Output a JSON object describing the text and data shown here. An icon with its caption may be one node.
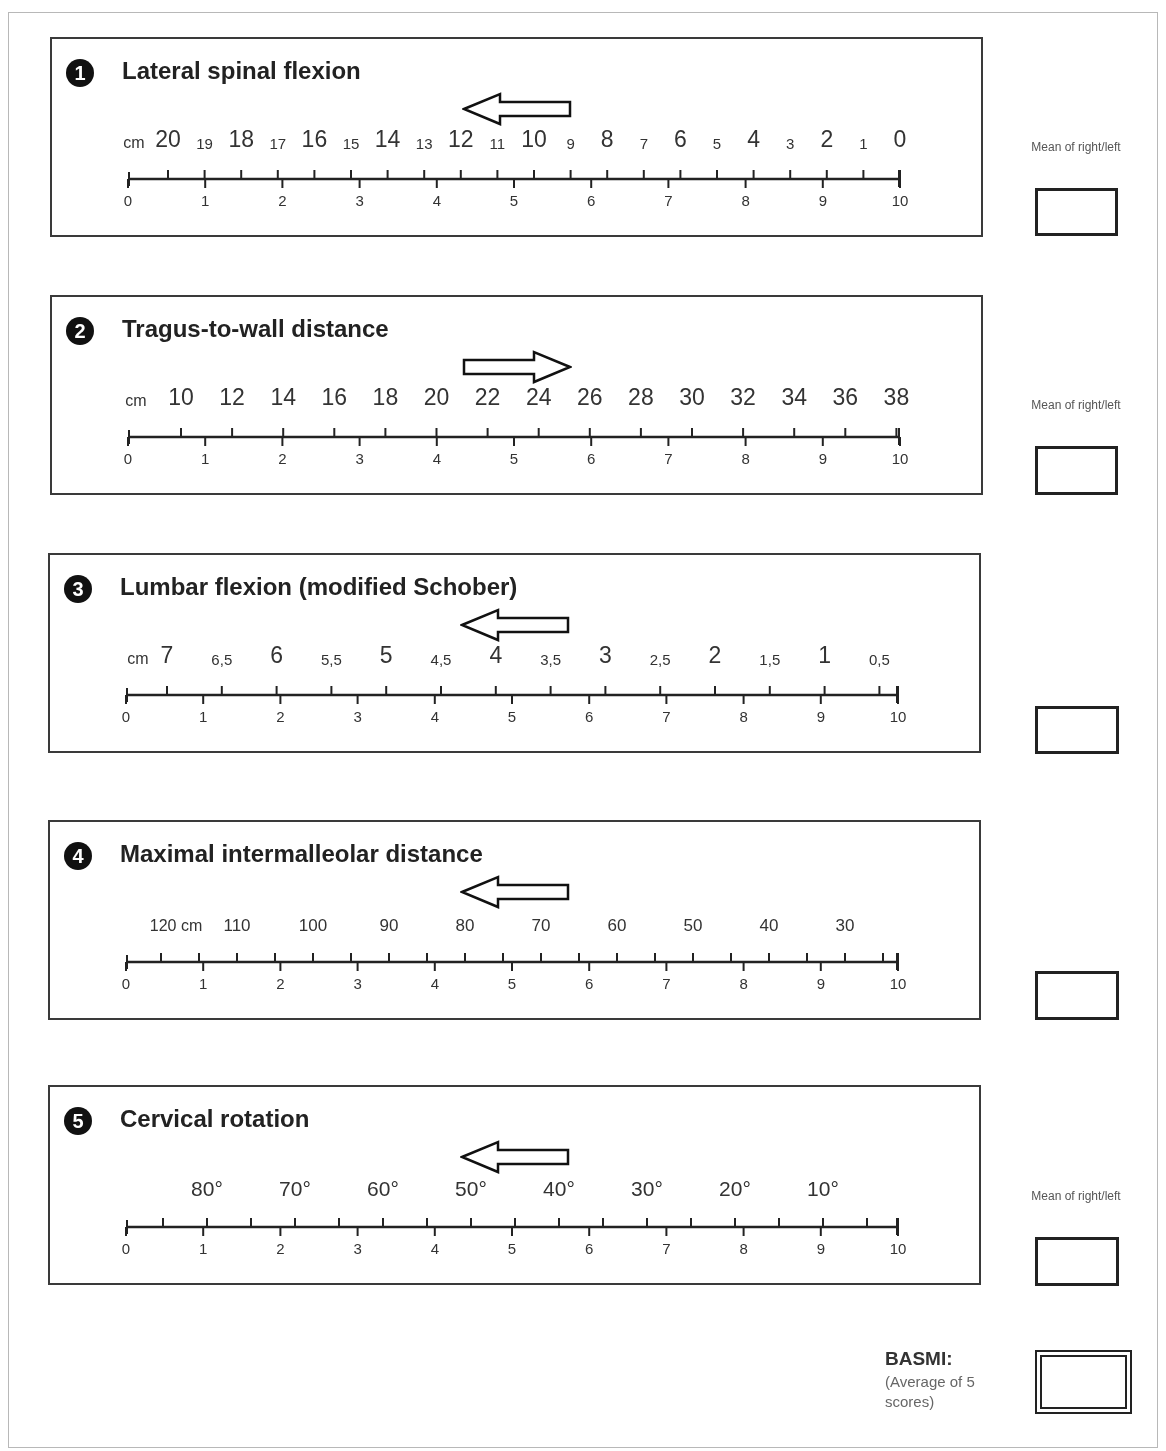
{
  "diagram": {
    "nodes": [
      {
        "text": [
          "1",
          "Lateral spinal flexion",
          "cm",
          "20",
          "19",
          "18",
          "17",
          "16",
          "15",
          "14",
          "13",
          "12",
          "11",
          "10",
          "9",
          "8",
          "7",
          "6",
          "5",
          "4",
          "3",
          "2",
          "1",
          "0",
          "0",
          "1",
          "2",
          "3",
          "4",
          "5",
          "6",
          "7",
          "8",
          "9",
          "10"
        ]
      },
      {
        "text": [
          "2",
          "Tragus-to-wall distance",
          "cm",
          "10",
          "12",
          "14",
          "16",
          "18",
          "20",
          "22",
          "24",
          "26",
          "28",
          "30",
          "32",
          "34",
          "36",
          "38",
          "0",
          "1",
          "2",
          "3",
          "4",
          "5",
          "6",
          "7",
          "8",
          "9",
          "10"
        ]
      },
      {
        "text": [
          "3",
          "Lumbar flexion (modified Schober)",
          "cm",
          "7",
          "6,5",
          "6",
          "5,5",
          "5",
          "4,5",
          "4",
          "3,5",
          "3",
          "2,5",
          "2",
          "1,5",
          "1",
          "0,5",
          "0",
          "1",
          "2",
          "3",
          "4",
          "5",
          "6",
          "7",
          "8",
          "9",
          "10"
        ]
      },
      {
        "text": [
          "4",
          "Maximal intermalleolar distance",
          "120 cm",
          "110",
          "100",
          "90",
          "80",
          "70",
          "60",
          "50",
          "40",
          "30",
          "0",
          "1",
          "2",
          "3",
          "4",
          "5",
          "6",
          "7",
          "8",
          "9",
          "10"
        ]
      },
      {
        "text": [
          "5",
          "Cervical rotation",
          "80°",
          "70°",
          "60°",
          "50°",
          "40°",
          "30°",
          "20°",
          "10°",
          "0",
          "1",
          "2",
          "3",
          "4",
          "5",
          "6",
          "7",
          "8",
          "9",
          "10"
        ]
      },
      {
        "text": [],
        "shape": "box",
        "beside": [
          "Mean of right/left"
        ]
      },
      {
        "text": [],
        "shape": "box",
        "beside": [
          "Mean of right/left"
        ]
      },
      {
        "text": [],
        "shape": "box"
      },
      {
        "text": [],
        "shape": "box"
      },
      {
        "text": [],
        "shape": "box",
        "beside": [
          "Mean of right/left"
        ]
      },
      {
        "text": [],
        "shape": "box",
        "beside": [
          "BASMI:",
          "(Average of 5 scores)"
        ]
      }
    ]
  }
}
